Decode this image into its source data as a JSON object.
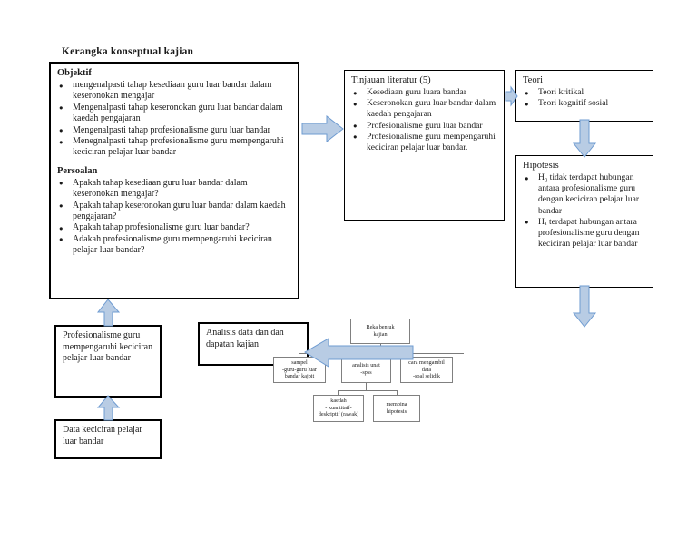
{
  "diagram": {
    "title": "Kerangka konseptual kajian",
    "accent_arrow_fill": "#b8cce4",
    "accent_arrow_stroke": "#6e9bd1",
    "box_border": "#000000",
    "small_box_border": "#9a9a9a"
  },
  "objektif": {
    "heading": "Objektif",
    "items": [
      "mengenalpasti tahap kesediaan guru luar bandar dalam  keseronokan  mengajar",
      "Mengenalpasti tahap keseronokan guru luar bandar dalam  kaedah  pengajaran",
      "Mengenalpasti tahap profesionalisme guru luar bandar",
      "Menegnalpasti tahap profesionalisme guru mempengaruhi keciciran pelajar luar bandar"
    ]
  },
  "persoalan": {
    "heading": "Persoalan",
    "items": [
      "Apakah tahap kesediaan guru luar bandar dalam keseronokan mengajar?",
      "Apakah tahap keseronokan guru luar bandar dalam kaedah pengajaran?",
      "Apakah tahap profesionalisme guru luar bandar?",
      "Adakah profesionalisme guru mempengaruhi keciciran pelajar luar bandar?"
    ]
  },
  "tinjauan": {
    "heading": "Tinjauan literatur (5)",
    "items": [
      "Kesediaan guru luara bandar",
      "Keseronokan guru luar bandar dalam kaedah pengajaran",
      "Profesionalisme guru luar bandar",
      "Profesionalisme guru mempengaruhi keciciran pelajar luar bandar."
    ]
  },
  "teori": {
    "heading": "Teori",
    "items": [
      "Teori kritikal",
      "Teori kognitif sosial"
    ]
  },
  "hipotesis": {
    "heading": "Hipotesis",
    "items": [
      "H₀ tidak terdapat hubungan antara profesionalisme guru dengan keciciran pelajar luar bandar",
      "Hₐ terdapat hubungan antara profesionalisme guru dengan keciciran pelajar luar bandar"
    ]
  },
  "profesionalisme_box": {
    "text": "Profesionalisme guru mempengaruhi keciciran pelajar luar bandar"
  },
  "data_box": {
    "text": "Data keciciran pelajar luar bandar"
  },
  "analisis_box": {
    "text": "Analisis data dan dan dapatan kajian"
  },
  "method_boxes": {
    "reka_bentuk": {
      "line1": "Reka bentuk",
      "line2": "kajian"
    },
    "sampel": {
      "line1": "sampel",
      "line2": "-guru-guru luar",
      "line3": "bandar kajpit"
    },
    "analisis_unat": {
      "line1": "analisis unat",
      "line2": "-spss"
    },
    "cara_mengambil": {
      "line1": "cara mengambil",
      "line2": "data",
      "line3": "-soal selidik"
    },
    "kaedah": {
      "line1": "kaedah",
      "line2": "- kuantitaif-",
      "line3": "deskriptif (rawak)"
    },
    "membina": {
      "line1": "membina",
      "line2": "hipotesis"
    }
  }
}
